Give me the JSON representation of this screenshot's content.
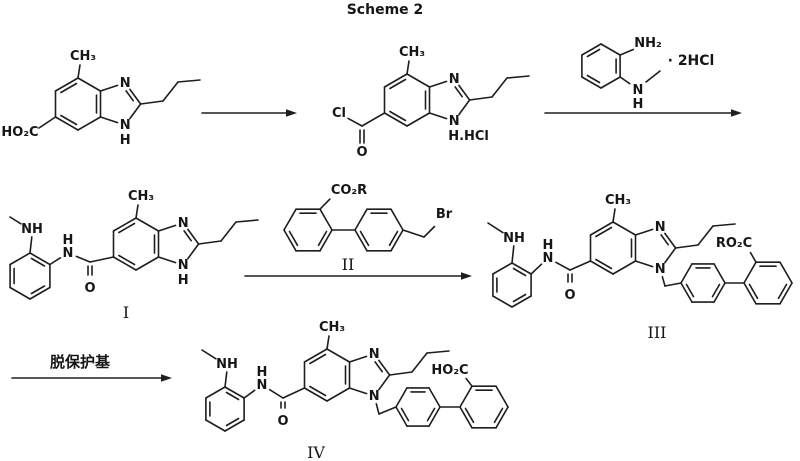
{
  "title": "Scheme 2",
  "atoms": {
    "ch3": "CH₃",
    "n": "N",
    "h": "H",
    "nh": "NH",
    "nh2": "NH₂",
    "h_hcl": "H.HCl",
    "ho2c": "HO₂C",
    "co2r": "CO₂R",
    "ro2c": "RO₂C",
    "cl": "Cl",
    "o": "O",
    "br": "Br",
    "salt_2hcl": "· 2HCl"
  },
  "compound_labels": {
    "I": "I",
    "II": "II",
    "III": "III",
    "IV": "IV"
  },
  "annotations": {
    "deprotection": "脱保护基"
  },
  "colors": {
    "ink": "#1e1e1e",
    "background": "#ffffff"
  }
}
